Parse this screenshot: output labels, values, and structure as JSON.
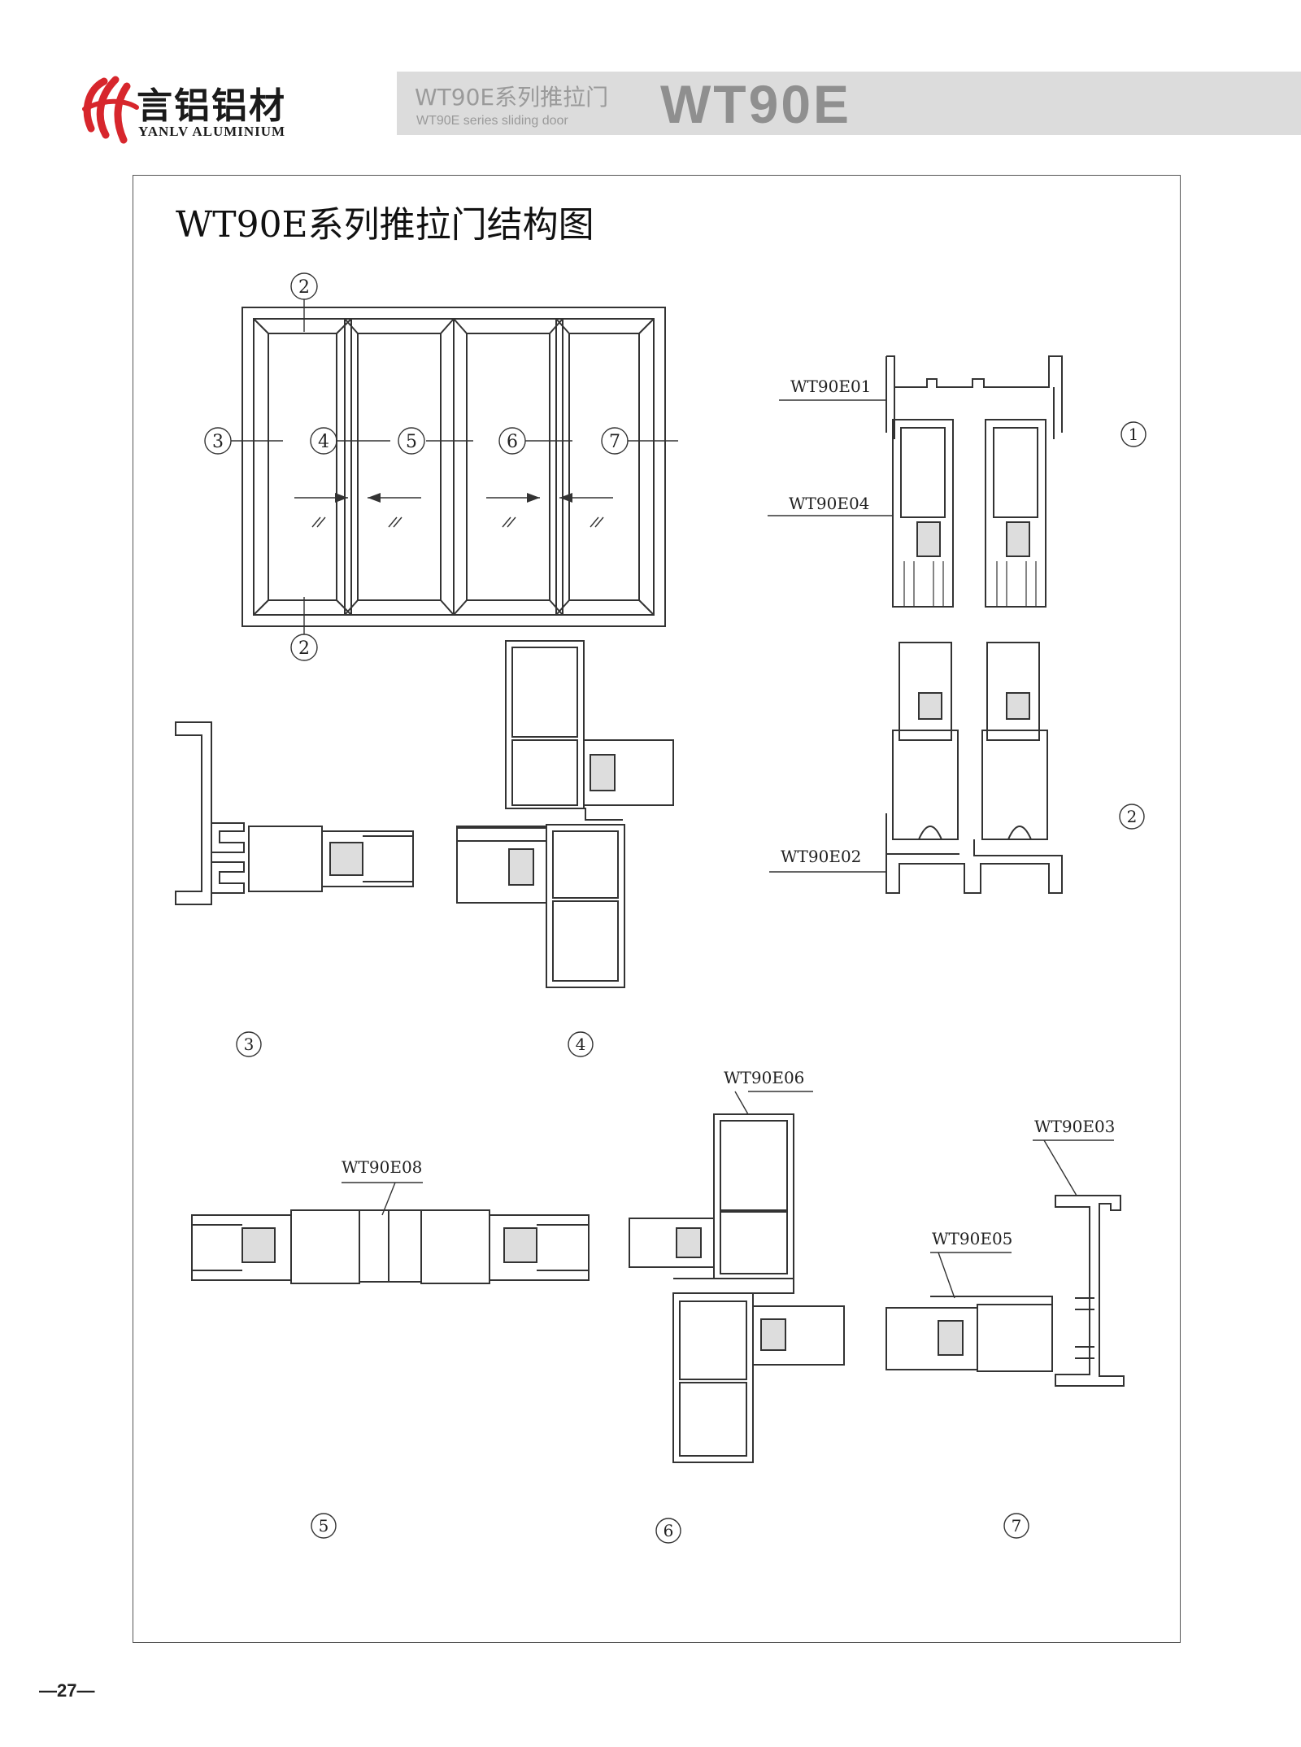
{
  "brand": {
    "name_zh": "言铝铝材",
    "name_en": "YANLV ALUMINIUM"
  },
  "banner": {
    "title_zh": "WT90E系列推拉门",
    "title_en": "WT90E series sliding door",
    "code": "WT90E"
  },
  "diagram": {
    "title": "WT90E系列推拉门结构图",
    "callouts": {
      "top": "2",
      "bottom": "2",
      "c3": "3",
      "c4": "4",
      "c5": "5",
      "c6": "6",
      "c7": "7"
    },
    "section_numbers": [
      "1",
      "2",
      "3",
      "4",
      "5",
      "6",
      "7"
    ],
    "profile_labels": {
      "e01": "WT90E01",
      "e04": "WT90E04",
      "e02": "WT90E02",
      "e08": "WT90E08",
      "e06": "WT90E06",
      "e03": "WT90E03",
      "e05": "WT90E05"
    }
  },
  "page_number": "—27—",
  "colors": {
    "logo_red": "#d7262c",
    "banner_bg": "#dcdcdc",
    "line": "#333333"
  }
}
